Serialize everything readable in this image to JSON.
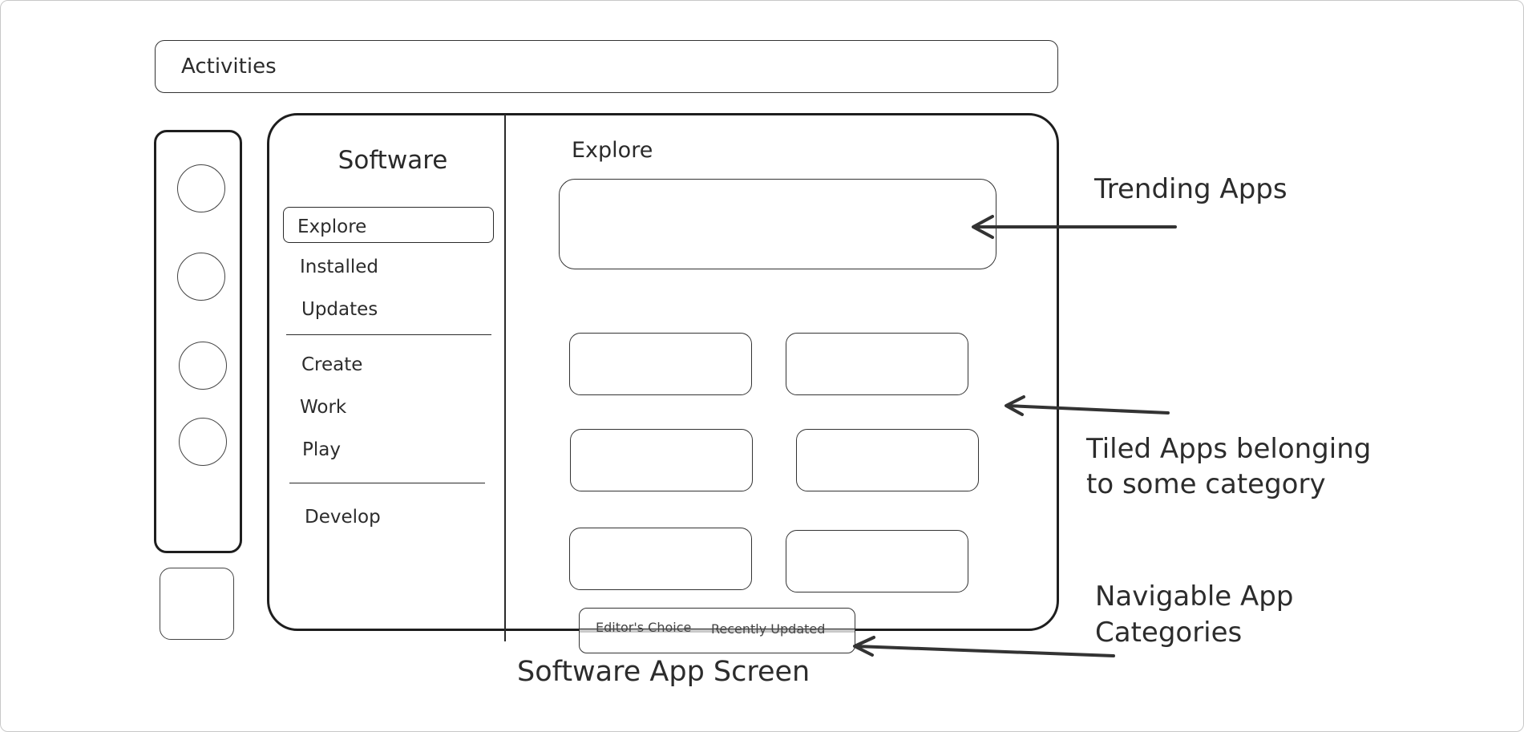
{
  "top_bar": {
    "label": "Activities"
  },
  "sidebar": {
    "title": "Software",
    "group1": [
      {
        "label": "Explore",
        "active": true
      },
      {
        "label": "Installed"
      },
      {
        "label": "Updates"
      }
    ],
    "group2": [
      {
        "label": "Create"
      },
      {
        "label": "Work"
      },
      {
        "label": "Play"
      }
    ],
    "group3": [
      {
        "label": "Develop"
      }
    ]
  },
  "content": {
    "title": "Explore",
    "categories": [
      "Editor's Choice",
      "Recently Updated"
    ]
  },
  "annotations": {
    "trending": "Trending Apps",
    "tiled_line1": "Tiled Apps belonging",
    "tiled_line2": "to some category",
    "navigable_line1": "Navigable App",
    "navigable_line2": "Categories"
  },
  "caption": "Software App Screen"
}
